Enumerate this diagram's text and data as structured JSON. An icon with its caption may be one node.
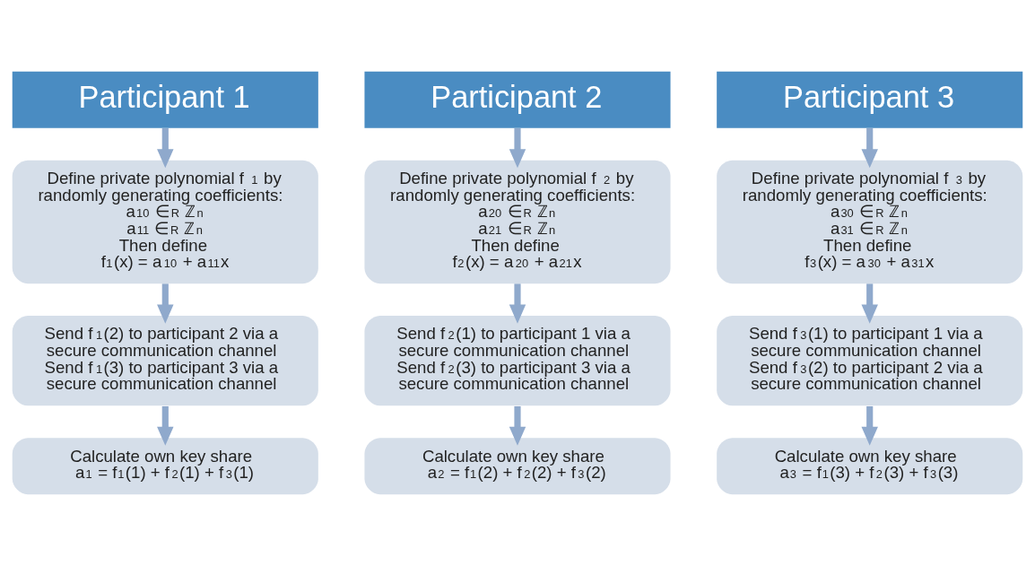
{
  "diagram": {
    "nodes": [
      {
        "text": [
          "Participant 1"
        ]
      },
      {
        "text": [
          "Participant 2"
        ]
      },
      {
        "text": [
          "Participant 3"
        ]
      },
      {
        "text": [
          "Define private polynomial f$_{1}$ by randomly generating coefficients:",
          "a$_{10}$ ∈$_{R}$ ℤ$_{n}$",
          "a$_{11}$ ∈$_{R}$ ℤ$_{n}$",
          "Then define",
          "f$_{1}$(x) = a$_{10}$ + a$_{11}$x"
        ]
      },
      {
        "text": [
          "Define private polynomial f$_{2}$ by randomly generating coefficients:",
          "a$_{20}$ ∈$_{R}$ ℤ$_{n}$",
          "a$_{21}$ ∈$_{R}$ ℤ$_{n}$",
          "Then define",
          "f$_{2}$(x) = a$_{20}$ + a$_{21}$x"
        ]
      },
      {
        "text": [
          "Define private polynomial f$_{3}$ by randomly generating coefficients:",
          "a$_{30}$ ∈$_{R}$ ℤ$_{n}$",
          "a$_{31}$ ∈$_{R}$ ℤ$_{n}$",
          "Then define",
          "f$_{3}$(x) = a$_{30}$ + a$_{31}$x"
        ]
      },
      {
        "text": [
          "Send f$_{1}$(2) to participant 2 via a secure communication channel",
          "Send f$_{1}$(3) to participant 3 via a secure communication channel"
        ]
      },
      {
        "text": [
          "Send f$_{2}$(1) to participant 1 via a secure communication channel",
          "Send f$_{2}$(3) to participant 3 via a secure communication channel"
        ]
      },
      {
        "text": [
          "Send f$_{3}$(1) to participant 1 via a secure communication channel",
          "Send f$_{3}$(2) to participant 2 via a secure communication channel"
        ]
      },
      {
        "text": [
          "Calculate own key share",
          "a$_{1}$ = f$_{1}$(1) + f$_{2}$(1) + f$_{3}$(1)"
        ]
      },
      {
        "text": [
          "Calculate own key share",
          "a$_{2}$ = f$_{1}$(2) + f$_{2}$(2) + f$_{3}$(2)"
        ]
      },
      {
        "text": [
          "Calculate own key share",
          "a$_{3}$ = f$_{1}$(3) + f$_{2}$(3) + f$_{3}$(3)"
        ]
      }
    ],
    "edges": [
      {
        "from": 0,
        "to": 3,
        "arrow": "to"
      },
      {
        "from": 3,
        "to": 6,
        "arrow": "to"
      },
      {
        "from": 6,
        "to": 9,
        "arrow": "to"
      },
      {
        "from": 1,
        "to": 4,
        "arrow": "to"
      },
      {
        "from": 4,
        "to": 7,
        "arrow": "to"
      },
      {
        "from": 7,
        "to": 10,
        "arrow": "to"
      },
      {
        "from": 2,
        "to": 5,
        "arrow": "to"
      },
      {
        "from": 5,
        "to": 8,
        "arrow": "to"
      },
      {
        "from": 8,
        "to": 11,
        "arrow": "to"
      }
    ]
  }
}
